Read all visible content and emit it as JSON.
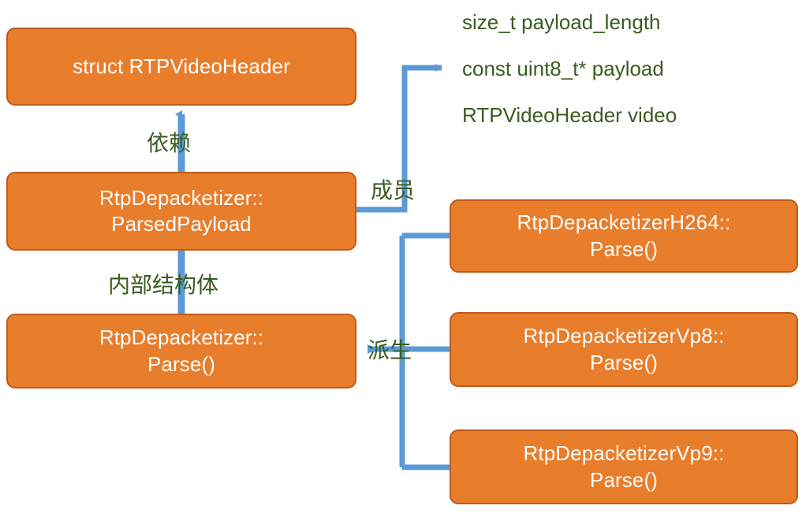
{
  "diagram": {
    "title": "RtpDepacketizer class relationship diagram",
    "colors": {
      "node_fill": "#E87D2B",
      "node_border": "#BE5B1B",
      "node_text": "#FFFFFF",
      "connector": "#5B9BD5",
      "annotation_text": "#3A5C21",
      "background": "#FFFFFF"
    },
    "nodes": [
      {
        "id": "rtpvideoheader",
        "label": "struct RTPVideoHeader"
      },
      {
        "id": "parsedpayload",
        "label": "RtpDepacketizer::\nParsedPayload"
      },
      {
        "id": "parse",
        "label": "RtpDepacketizer::\nParse()"
      },
      {
        "id": "h264",
        "label": "RtpDepacketizerH264::\nParse()"
      },
      {
        "id": "vp8",
        "label": "RtpDepacketizerVp8::\nParse()"
      },
      {
        "id": "vp9",
        "label": "RtpDepacketizerVp9::\nParse()"
      }
    ],
    "member_fields": [
      "size_t payload_length",
      "const uint8_t* payload",
      "RTPVideoHeader video"
    ],
    "edge_labels": {
      "dependency": "依赖",
      "member": "成员",
      "inner_struct": "内部结构体",
      "derived": "派生"
    }
  }
}
